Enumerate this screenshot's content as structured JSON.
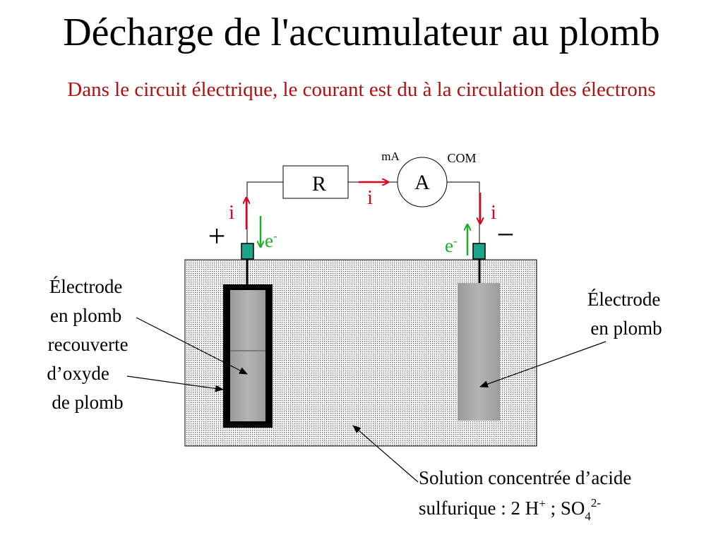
{
  "slide": {
    "title": "Décharge de l'accumulateur au plomb",
    "subtitle": "Dans le circuit électrique, le courant est du à la circulation des électrons"
  },
  "circuit": {
    "resistor_label": "R",
    "ammeter_label": "A",
    "ammeter_terminal_left": "mA",
    "ammeter_terminal_right": "COM",
    "current_label": "i",
    "electron_label": "e",
    "electron_charge": "-",
    "positive_sign": "+",
    "negative_sign": "−"
  },
  "labels": {
    "left_electrode": [
      "Électrode",
      "en plomb",
      "recouverte",
      "d’oxyde",
      "de plomb"
    ],
    "right_electrode": [
      "Électrode",
      "en plomb"
    ],
    "solution_line1": "Solution concentrée d’acide",
    "solution_line2_prefix": "sulfurique  : 2 H",
    "solution_h_charge": "+",
    "solution_sep": " ; SO",
    "solution_so4_sub": "4",
    "solution_so4_charge": "2-"
  },
  "colors": {
    "current_arrow": "#e0001a",
    "electron_arrow": "#18b024",
    "terminal": "#1aa58a",
    "subtitle": "#b01010"
  }
}
